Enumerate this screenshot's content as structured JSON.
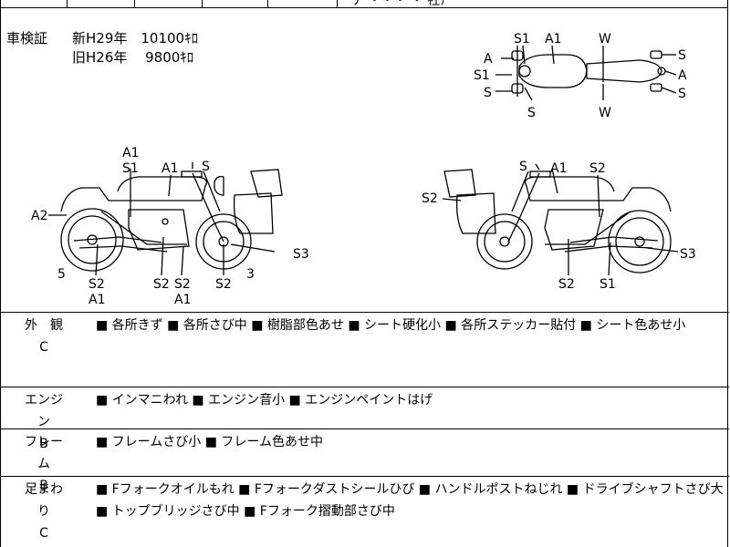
{
  "top_fragment": "ナ  ・・・ ・ 社ｱ",
  "certificate": {
    "label": "車検証",
    "lines": [
      {
        "text": "新H29年　10100ｷﾛ"
      },
      {
        "text": "旧H26年　  9800ｷﾛ"
      }
    ]
  },
  "diagram_labels": {
    "top_S1": "S1",
    "top_A1": "A1",
    "top_W1": "W",
    "top_S_r1": "S",
    "top_A_l": "A",
    "top_S1_l": "S1",
    "top_A_r": "A",
    "top_S_l": "S",
    "top_S_r2": "S",
    "top_S_b": "S",
    "top_W2": "W",
    "l_A1a": "A1",
    "l_S1a": "S1",
    "l_A1b": "A1",
    "l_S": "S",
    "l_A2": "A2",
    "l_S3": "S3",
    "l_5": "5",
    "l_3": "3",
    "l_S2a": "S2",
    "l_A1c": "A1",
    "l_S2b": "S2",
    "l_S2c": "S2",
    "l_A1d": "A1",
    "l_S2d": "S2",
    "r_S": "S",
    "r_A1": "A1",
    "r_S2a": "S2",
    "r_S2b": "S2",
    "r_S3": "S3",
    "r_S2c": "S2",
    "r_S1": "S1"
  },
  "sections": [
    {
      "name": "外　観",
      "grade": "C",
      "detail": "■ 各所きず ■ 各所さび中 ■ 樹脂部色あせ ■ シート硬化小 ■ 各所ステッカー貼付 ■ シート色あせ小"
    },
    {
      "name": "エンジン",
      "grade": "B",
      "detail": "■ インマニわれ ■ エンジン音小 ■ エンジンペイントはげ"
    },
    {
      "name": "フレーム",
      "grade": "B",
      "detail": "■ フレームさび小 ■ フレーム色あせ中"
    },
    {
      "name": "足まわり",
      "grade": "C",
      "detail": "■ Fフォークオイルもれ ■ Fフォークダストシールひび ■ ハンドルポストねじれ ■ ドライブシャフトさび大 ■ トップブリッジさび中 ■ Fフォーク摺動部さび中"
    }
  ],
  "colors": {
    "line": "#000000",
    "background": "#ffffff"
  }
}
